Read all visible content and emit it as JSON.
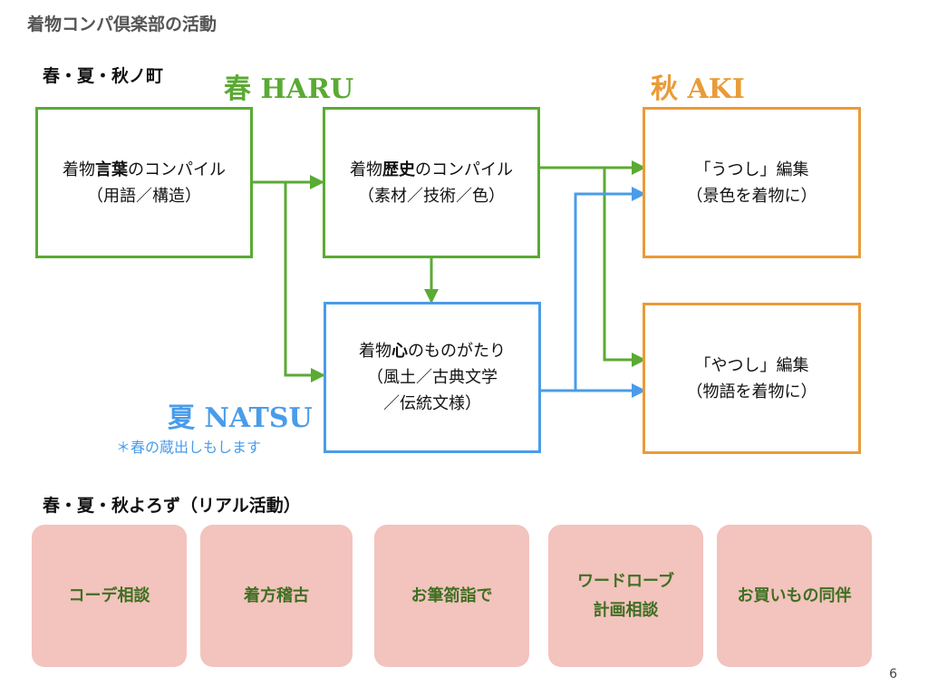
{
  "page": {
    "title": "着物コンパ倶楽部の活動",
    "section1_label": "春・夏・秋ノ町",
    "section2_label": "春・夏・秋よろず（リアル活動）",
    "page_number": "6"
  },
  "seasons": {
    "haru": "春 HARU",
    "natsu": "夏 NATSU",
    "aki": "秋 AKI",
    "natsu_note": "＊春の蔵出しもします"
  },
  "boxes": {
    "kotoba": {
      "pre": "着物",
      "bold": "言葉",
      "post": "のコンパイル",
      "line2": "（用語／構造）"
    },
    "rekishi": {
      "pre": "着物",
      "bold": "歴史",
      "post": "のコンパイル",
      "line2": "（素材／技術／色）"
    },
    "kokoro": {
      "pre": "着物",
      "bold": "心",
      "post": "のものがたり",
      "line2": "（風土／古典文学",
      "line3": "／伝統文様）"
    },
    "utsushi": {
      "line1": "「うつし」編集",
      "line2": "（景色を着物に）"
    },
    "yatsushi": {
      "line1": "「やつし」編集",
      "line2": "（物語を着物に）"
    }
  },
  "tiles": [
    {
      "line1": "コーデ相談",
      "line2": ""
    },
    {
      "line1": "着方稽古",
      "line2": ""
    },
    {
      "line1": "お筆箚詣で",
      "line2": ""
    },
    {
      "line1": "ワードローブ",
      "line2": "計画相談"
    },
    {
      "line1": "お買いもの同伴",
      "line2": ""
    }
  ],
  "colors": {
    "green": "#5aaa33",
    "blue": "#4a9cea",
    "orange": "#ea9b38",
    "tile_bg": "#f3c3bd",
    "tile_text": "#3f6f22",
    "title_gray": "#555555"
  }
}
